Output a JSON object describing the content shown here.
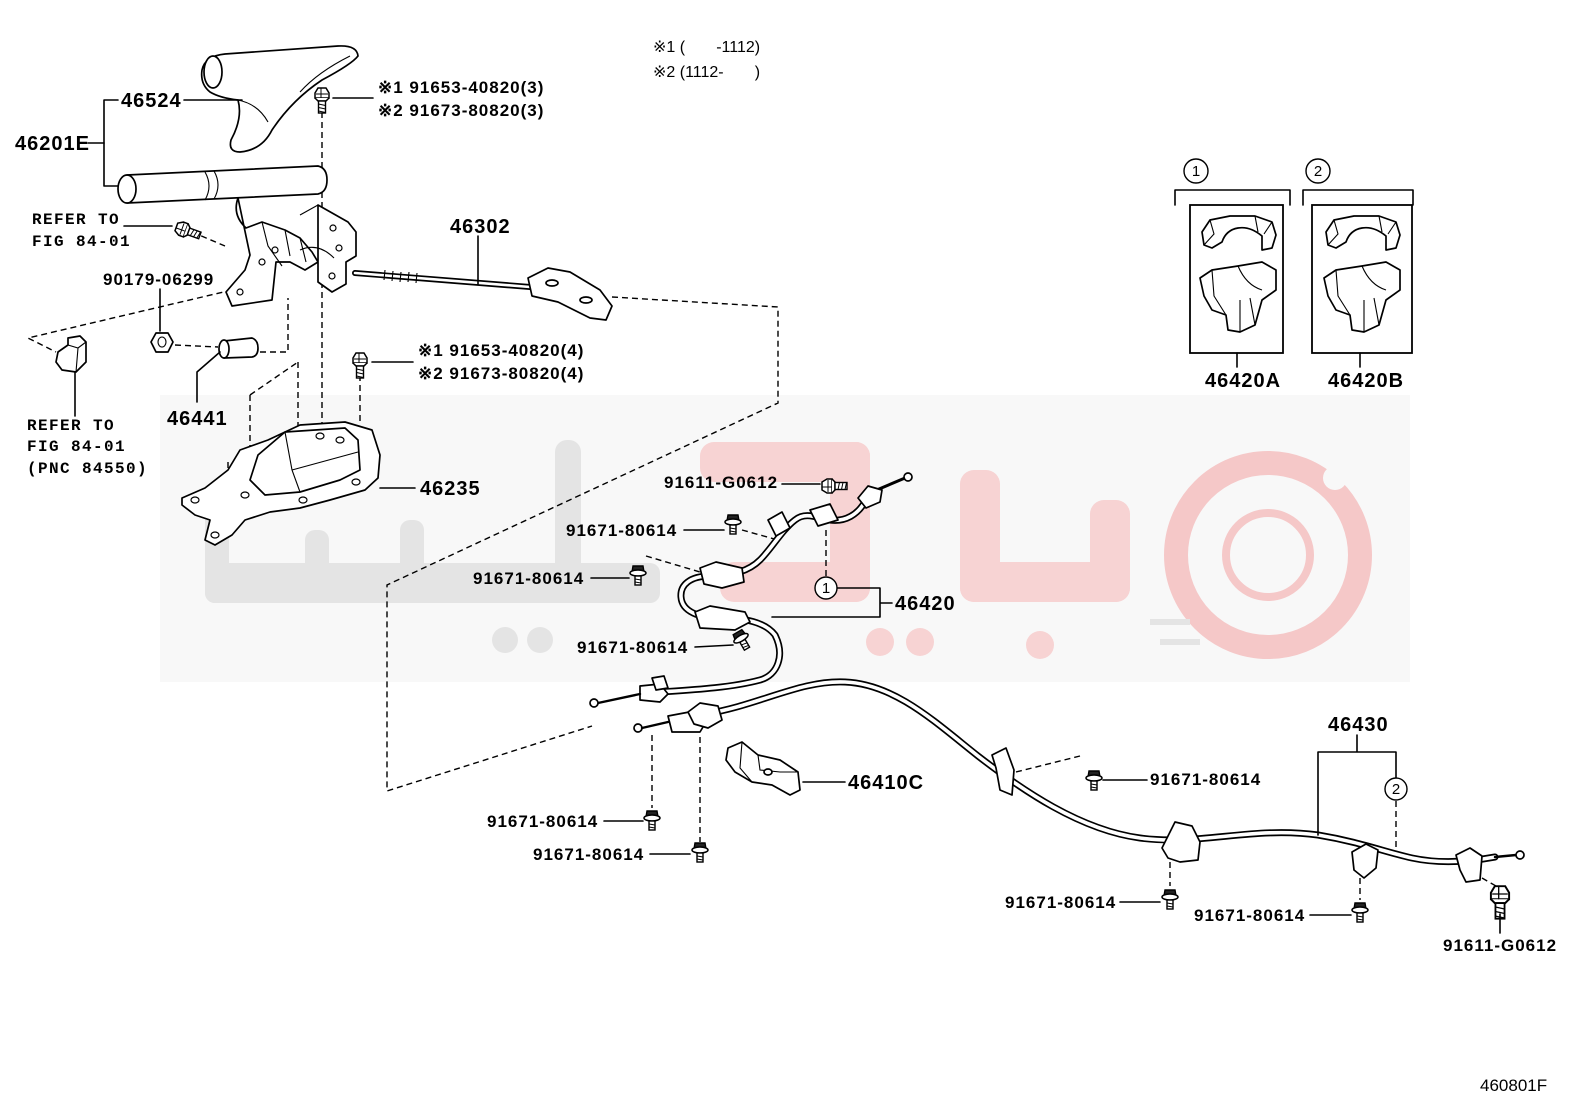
{
  "diagram": {
    "effectivity_notes": [
      "※1 (       -1112)",
      "※2 (1112-       )"
    ],
    "illustration_code": "460801F"
  },
  "callouts": {
    "lever_cover": "46524",
    "lever_subassy": "46201E",
    "lever_bolt_1": "※1 91653-40820(3)",
    "lever_bolt_2": "※2 91673-80820(3)",
    "ref_top": [
      "REFER TO",
      "FIG 84-01"
    ],
    "rod": "46302",
    "nut": "90179-06299",
    "bracket_bolt_1": "※1 91653-40820(4)",
    "bracket_bolt_2": "※2 91673-80820(4)",
    "pin": "46441",
    "ref_bottom": [
      "REFER TO",
      "FIG 84-01",
      "(PNC 84550)"
    ],
    "bracket": "46235",
    "front_cable": "46420",
    "cable_guide": "46410C",
    "rear_cable": "46430",
    "marker_1": "1",
    "marker_2": "2",
    "bolts": [
      "91611-G0612",
      "91671-80614",
      "91671-80614",
      "91671-80614",
      "91671-80614",
      "91671-80614",
      "91671-80614",
      "91671-80614",
      "91671-80614",
      "91611-G0612"
    ]
  },
  "insets": [
    {
      "marker": "1",
      "part": "46420A"
    },
    {
      "marker": "2",
      "part": "46420B"
    }
  ]
}
